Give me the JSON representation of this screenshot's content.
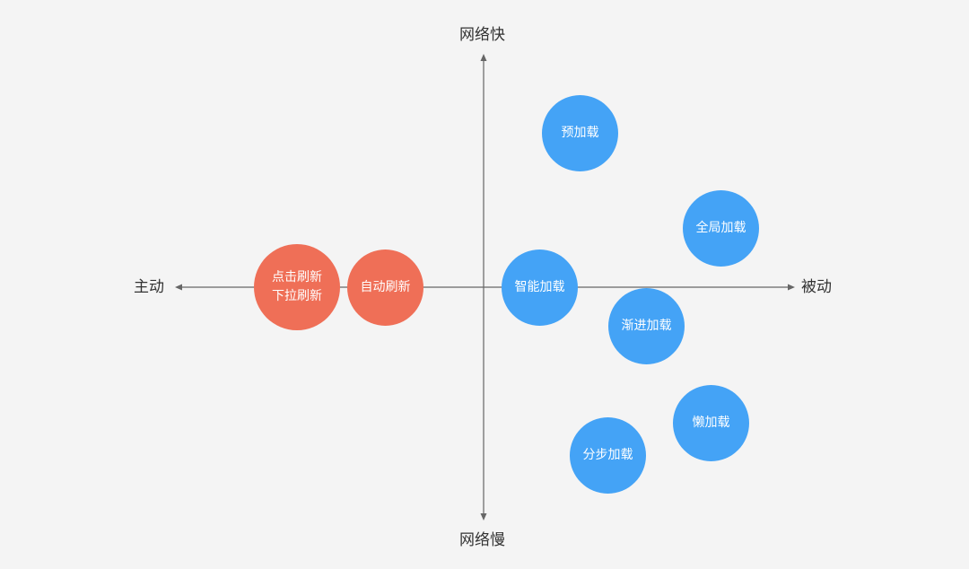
{
  "axes": {
    "top": "网络快",
    "bottom": "网络慢",
    "left": "主动",
    "right": "被动"
  },
  "bubbles": {
    "click_refresh": {
      "line1": "点击刷新",
      "line2": "下拉刷新",
      "color": "#ef6f57"
    },
    "auto_refresh": {
      "label": "自动刷新",
      "color": "#ef6f57"
    },
    "smart_load": {
      "label": "智能加载",
      "color": "#44a3f6"
    },
    "preload": {
      "label": "预加载",
      "color": "#44a3f6"
    },
    "global_load": {
      "label": "全局加载",
      "color": "#44a3f6"
    },
    "progressive_load": {
      "label": "渐进加载",
      "color": "#44a3f6"
    },
    "lazy_load": {
      "label": "懒加载",
      "color": "#44a3f6"
    },
    "step_load": {
      "label": "分步加载",
      "color": "#44a3f6"
    }
  },
  "colors": {
    "background": "#f4f4f4",
    "axis": "#666666",
    "text": "#333333"
  }
}
